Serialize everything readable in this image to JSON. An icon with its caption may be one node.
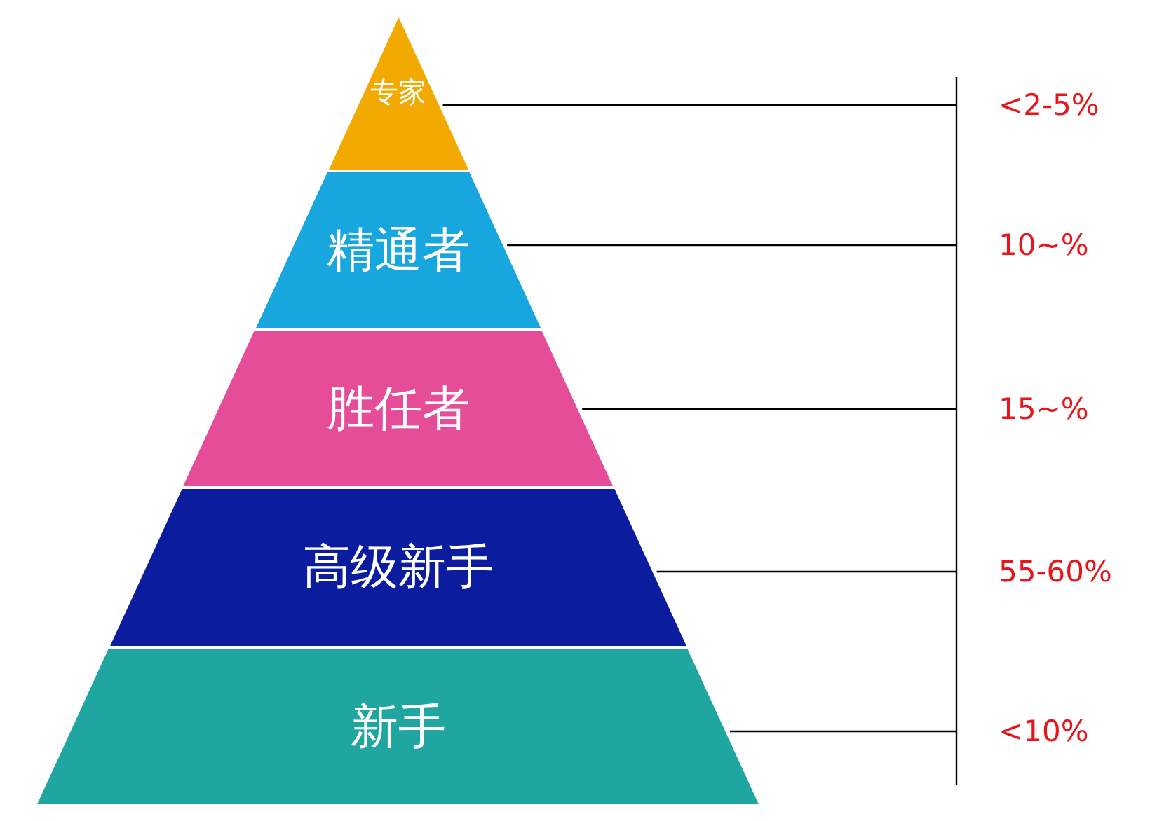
{
  "diagram": {
    "nodes": [
      {
        "text": [
          "专家"
        ]
      },
      {
        "text": [
          "精通者"
        ]
      },
      {
        "text": [
          "胜任者"
        ]
      },
      {
        "text": [
          "高级新手"
        ]
      },
      {
        "text": [
          "新手"
        ]
      }
    ],
    "labels": [
      "<2-5%",
      "10~%",
      "15~%",
      "55-60%",
      "<10%"
    ]
  }
}
